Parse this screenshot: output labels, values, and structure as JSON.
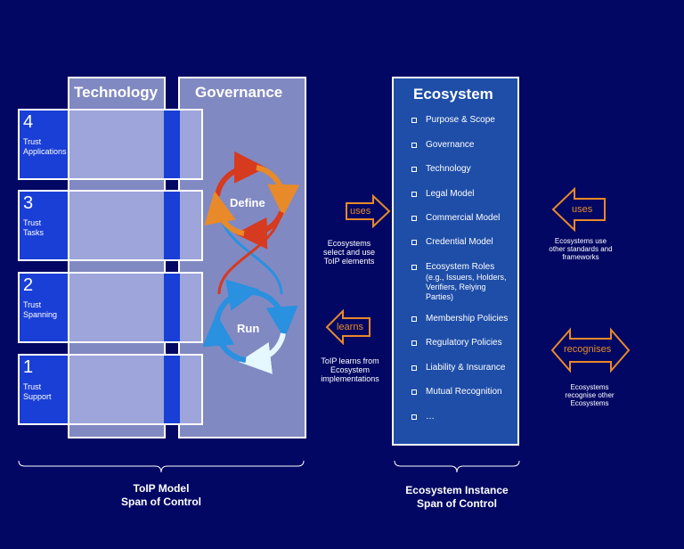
{
  "columns": {
    "technology": "Technology",
    "governance": "Governance"
  },
  "layers": [
    {
      "number": "4",
      "label_1": "Trust",
      "label_2": "Applications"
    },
    {
      "number": "3",
      "label_1": "Trust",
      "label_2": "Tasks"
    },
    {
      "number": "2",
      "label_1": "Trust",
      "label_2": "Spanning"
    },
    {
      "number": "1",
      "label_1": "Trust",
      "label_2": "Support"
    }
  ],
  "cycle": {
    "define": "Define",
    "run": "Run"
  },
  "ecosystem": {
    "title": "Ecosystem",
    "items": [
      "Purpose & Scope",
      "Governance",
      "Technology",
      "Legal Model",
      "Commercial Model",
      "Credential Model",
      "Ecosystem Roles",
      "(e.g., Issuers, Holders,",
      "Verifiers, Relying",
      "Parties)",
      "Membership Policies",
      "Regulatory Policies",
      "Liability & Insurance",
      "Mutual Recognition",
      "…"
    ]
  },
  "arrows": {
    "uses_left": "uses",
    "learns": "learns",
    "uses_right": "uses",
    "recognises": "recognises"
  },
  "captions": {
    "uses_left": [
      "Ecosystems",
      "select and use",
      "ToIP elements"
    ],
    "learns": [
      "ToIP learns from",
      "Ecosystem",
      "implementations"
    ],
    "uses_right": [
      "Ecosystems use",
      "other standards and",
      "frameworks"
    ],
    "recognises": [
      "Ecosystems",
      "recognise other",
      "Ecosystems"
    ]
  },
  "footers": {
    "toip": [
      "ToIP Model",
      "Span of Control"
    ],
    "eco": [
      "Ecosystem Instance",
      "Span of Control"
    ]
  },
  "colors": {
    "background": "#020763",
    "layer_blue": "#1a3fd6",
    "column_gray": "#8189c2",
    "ecosystem_blue": "#1f4ea8",
    "arrow_orange": "#e88a2a"
  }
}
